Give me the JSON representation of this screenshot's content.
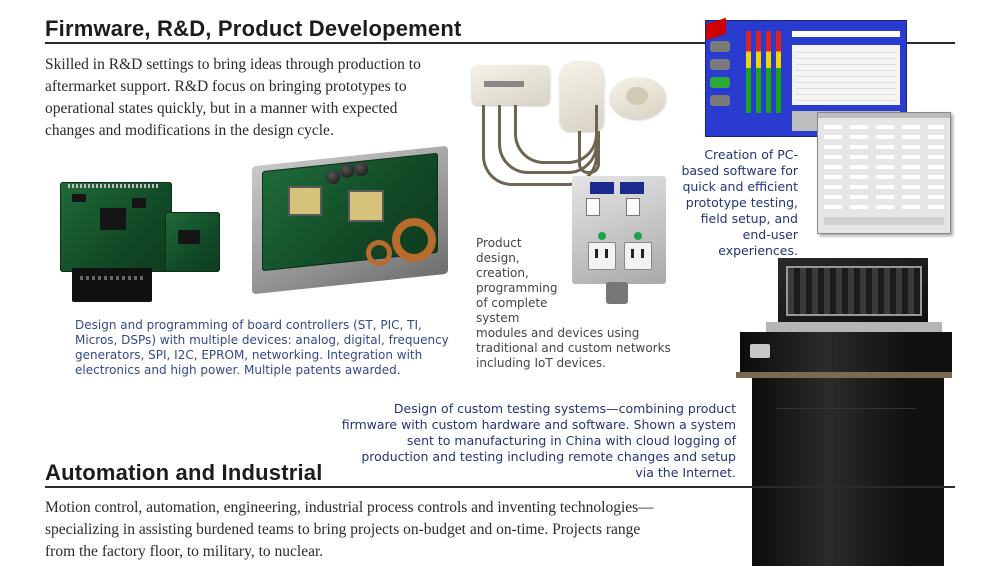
{
  "sections": {
    "firmware": {
      "heading": "Firmware, R&D, Product Developement",
      "intro": "Skilled in R&D settings to bring ideas through production to aftermarket support. R&D focus on bringing prototypes to operational states quickly, but in a manner with expected changes and modifications in the design cycle."
    },
    "automation": {
      "heading": "Automation and Industrial",
      "intro": "Motion control, automation, engineering, industrial process controls and inventing technologies—specializing in assisting burdened teams to bring projects on-budget and on-time. Projects range from the factory floor, to military, to nuclear."
    }
  },
  "captions": {
    "boards": "Design and programming of board controllers (ST, PIC, TI, Micros, DSPs) with multiple devices: analog, digital, frequency generators, SPI, I2C, EPROM, networking. Integration with electronics and high power. Multiple patents awarded.",
    "product": {
      "lines": [
        "Product",
        "design,",
        "creation,",
        "programming",
        "of complete",
        "system"
      ],
      "tail": "modules and devices using traditional and custom networks including IoT devices."
    },
    "software": "Creation of PC-based software for quick and efficient prototype testing, field setup, and end-user experiences.",
    "testing": "Design of custom testing systems—combining product firmware with custom hardware and software. Shown a system sent to manufacturing in China with cloud logging of production and testing including remote changes and setup via the Internet."
  },
  "colors": {
    "caption_blue": "#33488a",
    "heading": "#1c1c1c",
    "software_bg": "#2a3bd0"
  },
  "icons": {
    "pcb": "controller-board-photo",
    "power": "power-board-photo",
    "sensors": "sensor-devices-photo",
    "outlet": "outlet-box-photo",
    "software": "software-screenshot",
    "cabinet": "test-cabinet-photo"
  }
}
